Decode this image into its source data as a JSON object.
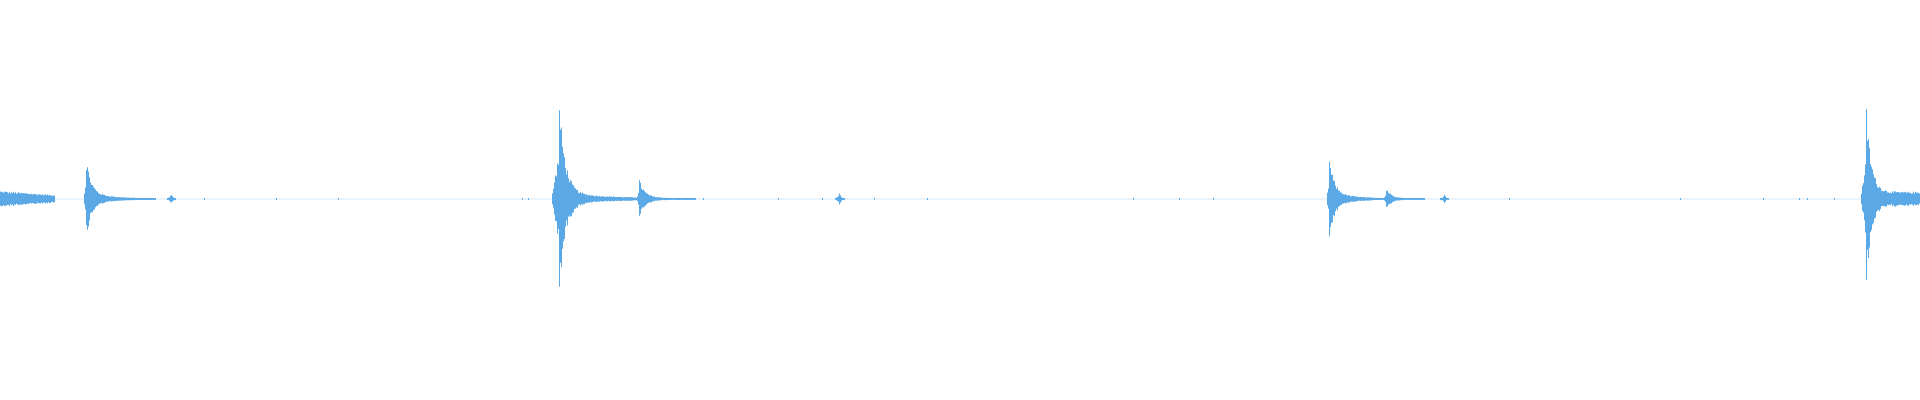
{
  "waveform": {
    "color": "#5aa9e6",
    "background": "#ffffff",
    "events": [
      {
        "t": 0.0,
        "amp": 0.1,
        "kind": "tail-start"
      },
      {
        "t": 0.045,
        "amp": 0.38,
        "kind": "transient"
      },
      {
        "t": 0.089,
        "amp": 0.06,
        "kind": "blip"
      },
      {
        "t": 0.291,
        "amp": 1.0,
        "kind": "major-transient"
      },
      {
        "t": 0.333,
        "amp": 0.18,
        "kind": "transient"
      },
      {
        "t": 0.437,
        "amp": 0.07,
        "kind": "blip"
      },
      {
        "t": 0.692,
        "amp": 0.38,
        "kind": "transient"
      },
      {
        "t": 0.722,
        "amp": 0.1,
        "kind": "transient"
      },
      {
        "t": 0.752,
        "amp": 0.05,
        "kind": "blip"
      },
      {
        "t": 0.972,
        "amp": 0.92,
        "kind": "major-transient-tail"
      }
    ],
    "noise_dots": [
      0.017,
      0.052,
      0.106,
      0.144,
      0.176,
      0.272,
      0.275,
      0.347,
      0.366,
      0.405,
      0.428,
      0.455,
      0.483,
      0.59,
      0.614,
      0.632,
      0.786,
      0.875,
      0.918,
      0.937,
      0.941,
      0.955
    ]
  }
}
